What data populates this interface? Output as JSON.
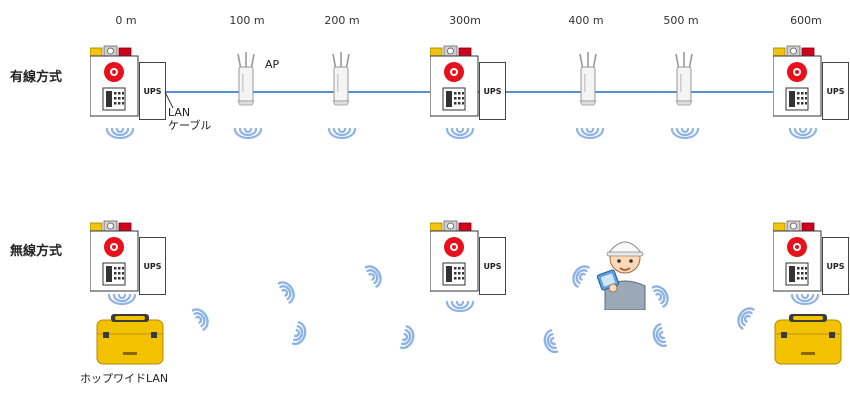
{
  "distances": [
    "0 m",
    "100 m",
    "200 m",
    "300m",
    "400 m",
    "500 m",
    "600m"
  ],
  "rows": {
    "wired": {
      "title": "有線方式"
    },
    "wireless": {
      "title": "無線方式"
    }
  },
  "labels": {
    "ups": "UPS",
    "ap": "AP",
    "lan_cable_line1": "LAN",
    "lan_cable_line2": "ケーブル",
    "hop_wide_lan": "ホップワイドLAN"
  },
  "colors": {
    "line": "#5b8fd1",
    "wifi": "#8eb3e6",
    "case": "#f2c200",
    "red_button": "#e8101a",
    "yellow_lamp": "#f1c40f",
    "red_lamp": "#d0021b"
  }
}
